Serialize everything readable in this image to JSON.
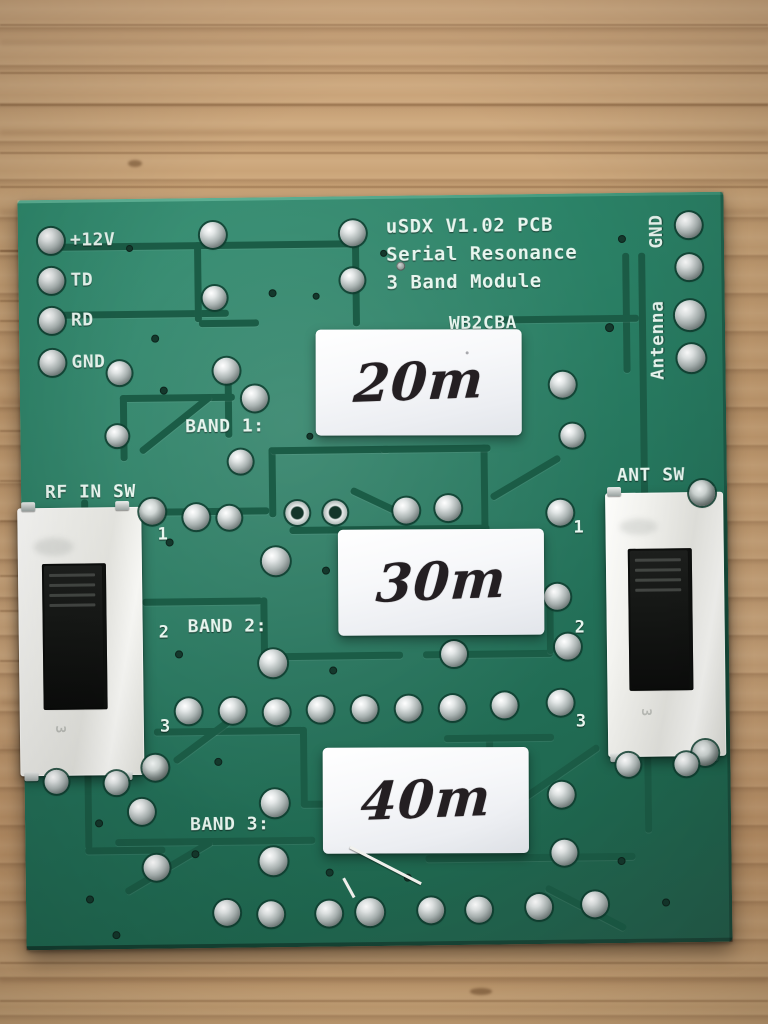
{
  "scene": {
    "subject": "uSDX serial resonance 3-band filter PCB on wooden surface",
    "background": "wood-plank-surface",
    "board_color": "#27795e",
    "silkscreen_color": "#e8f6ef",
    "label_color": "#ffffff",
    "ink_color": "#241f22"
  },
  "board": {
    "title_lines": [
      "uSDX V1.02 PCB",
      "Serial Resonance",
      "3 Band Module"
    ],
    "callsign": "WB2CBA",
    "left_pads": [
      {
        "label": "+12V"
      },
      {
        "label": "TD"
      },
      {
        "label": "RD"
      },
      {
        "label": "GND"
      }
    ],
    "right_labels": [
      {
        "label": "GND"
      },
      {
        "label": "Antenna"
      }
    ],
    "band_labels": [
      {
        "label": "BAND 1:"
      },
      {
        "label": "BAND 2:"
      },
      {
        "label": "BAND 3:"
      }
    ],
    "switches": [
      {
        "label": "RF IN SW",
        "side": "left",
        "positions": [
          "1",
          "2",
          "3"
        ],
        "body_mark": "3",
        "selected_position": "1"
      },
      {
        "label": "ANT SW",
        "side": "right",
        "positions": [
          "1",
          "2",
          "3"
        ],
        "body_mark": "3",
        "selected_position": "1"
      }
    ],
    "handwritten_labels": [
      {
        "text": "20m",
        "band": "BAND 1:"
      },
      {
        "text": "30m",
        "band": "BAND 2:"
      },
      {
        "text": "40m",
        "band": "BAND 3:"
      }
    ]
  }
}
